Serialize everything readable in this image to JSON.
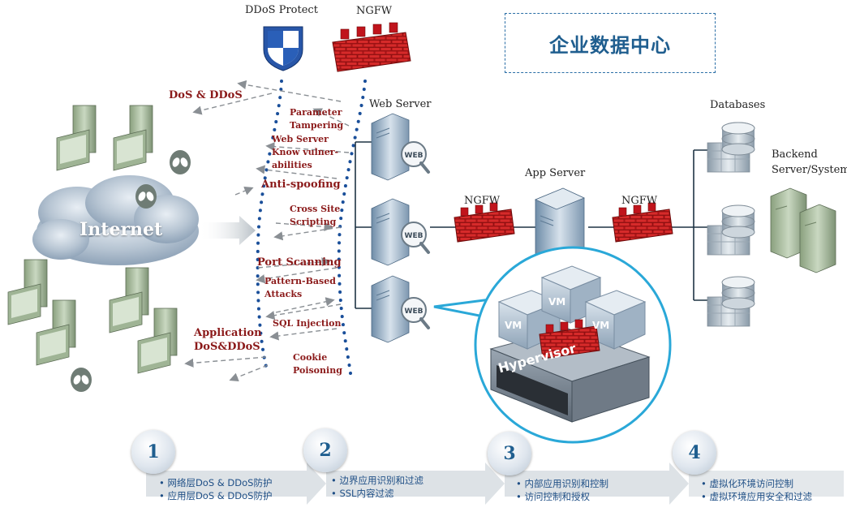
{
  "title": "企业数据中心",
  "top_labels": {
    "ddos_protect": "DDoS Protect",
    "ngfw_top": "NGFW"
  },
  "internet": "Internet",
  "servers": {
    "web_server": "Web Server",
    "app_server": "App Server",
    "databases": "Databases",
    "backend_line1": "Backend",
    "backend_line2": "Server/System",
    "ngfw_left": "NGFW",
    "ngfw_right": "NGFW"
  },
  "attacks": {
    "dos_ddos": "DoS & DDoS",
    "parameter_line1": "Parameter",
    "parameter_line2": "Tampering",
    "webserver_line1": "Web Server",
    "webserver_line2": "Know vulner-",
    "webserver_line3": "abilities",
    "anti_spoofing": "Anti-spoofing",
    "xss_line1": "Cross Site",
    "xss_line2": "Scripting",
    "port_scanning": "Port Scanning",
    "pattern_line1": "Pattern-Based",
    "pattern_line2": "Attacks",
    "sql_injection": "SQL Injection",
    "app_dos_line1": "Application",
    "app_dos_line2": "DoS&DDoS",
    "cookie_line1": "Cookie",
    "cookie_line2": "Poisoning"
  },
  "virtual": {
    "vm": "VM",
    "hypervisor": "Hypervisor"
  },
  "steps": [
    {
      "number": "1",
      "items": [
        "网络层DoS & DDoS防护",
        "应用层DoS & DDoS防护"
      ]
    },
    {
      "number": "2",
      "items": [
        "边界应用识别和过滤",
        "SSL内容过滤"
      ]
    },
    {
      "number": "3",
      "items": [
        "内部应用识别和控制",
        "访问控制和授权"
      ]
    },
    {
      "number": "4",
      "items": [
        "虚拟化环境访问控制",
        "虚拟环境应用安全和过滤"
      ]
    }
  ],
  "colors": {
    "accent_blue": "#1f5e8f",
    "attack_red": "#8b1a1a",
    "firewall_red": "#c0141c",
    "dotted_blue": "#1a4f9a",
    "virtual_circle": "#2aa8d8"
  }
}
